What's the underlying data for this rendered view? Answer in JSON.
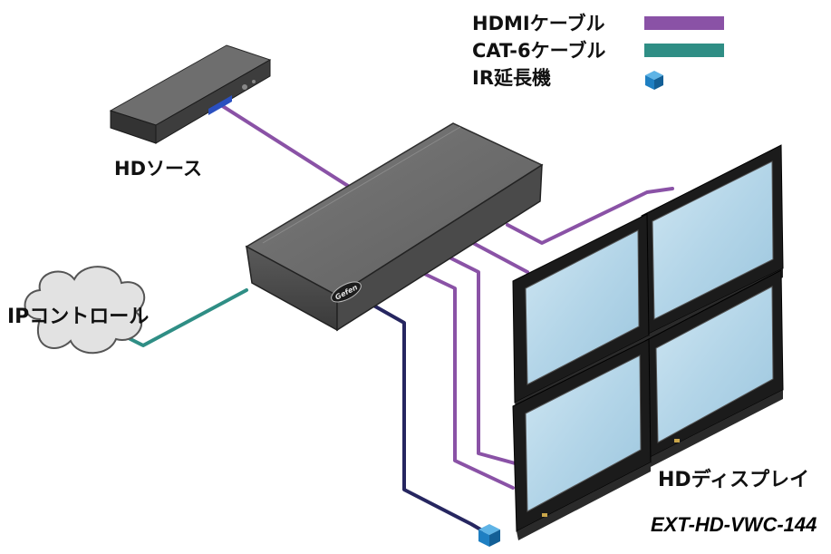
{
  "legend": {
    "hdmi_label": "HDMIケーブル",
    "cat6_label": "CAT-6ケーブル",
    "ir_label": "IR延長機"
  },
  "labels": {
    "hd_source": "HDソース",
    "ip_control": "IPコントロール",
    "hd_displays": "HDディスプレイ",
    "model_number": "EXT-HD-VWC-144",
    "device_logo": "Gefen"
  },
  "colors": {
    "hdmi_cable": "#8a52a6",
    "cat6_cable": "#2f8e85",
    "ir_cable": "#262660",
    "ir_extender": "#1e7fc2",
    "device_body": "#6a6a6a",
    "screen": "#b8d9ea"
  },
  "icons": {
    "ir_extender": "ir-extender-cube-icon",
    "cloud": "cloud-icon"
  }
}
